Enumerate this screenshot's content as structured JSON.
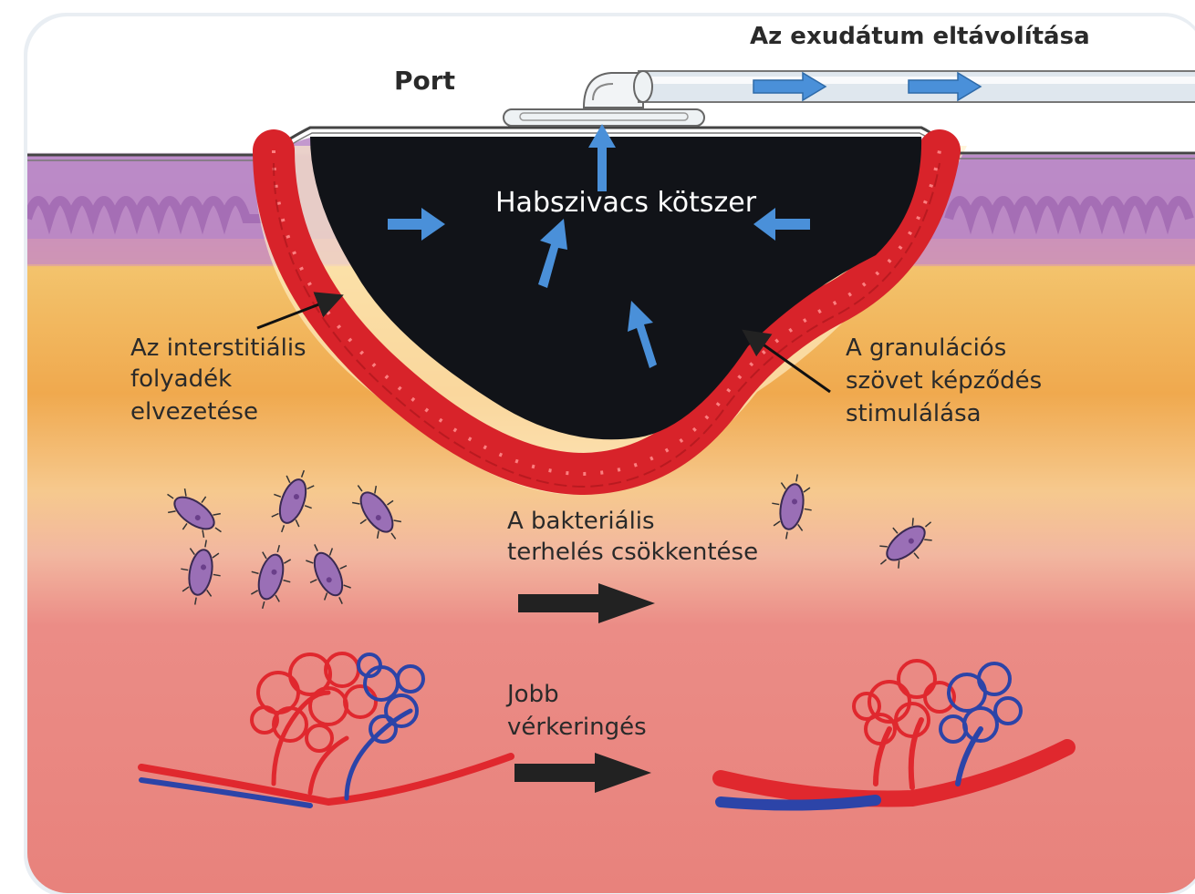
{
  "labels": {
    "port": "Port",
    "exudate": "Az exudátum eltávolítása",
    "foam": "Habszivacs kötszer",
    "interstitial": [
      "Az interstitiális",
      "folyadék",
      "elvezetése"
    ],
    "granulation": [
      "A granulációs",
      "szövet képződés",
      "stimulálása"
    ],
    "bacterial": [
      "A bakteriális",
      "terhelés csökkentése"
    ],
    "circulation": [
      "Jobb",
      "vérkeringés"
    ]
  },
  "colors": {
    "epidermis": "#b887c6",
    "fat_layer": "#f0a94e",
    "dermis": "#ea7f7a",
    "foam": "#111318",
    "granulation": "#d8232a",
    "arrow_blue": "#4a90d9",
    "arrow_black": "#222222",
    "bacteria": "#9a6fb6",
    "vessel_red": "#e0282e",
    "vessel_blue": "#2c44a8"
  }
}
